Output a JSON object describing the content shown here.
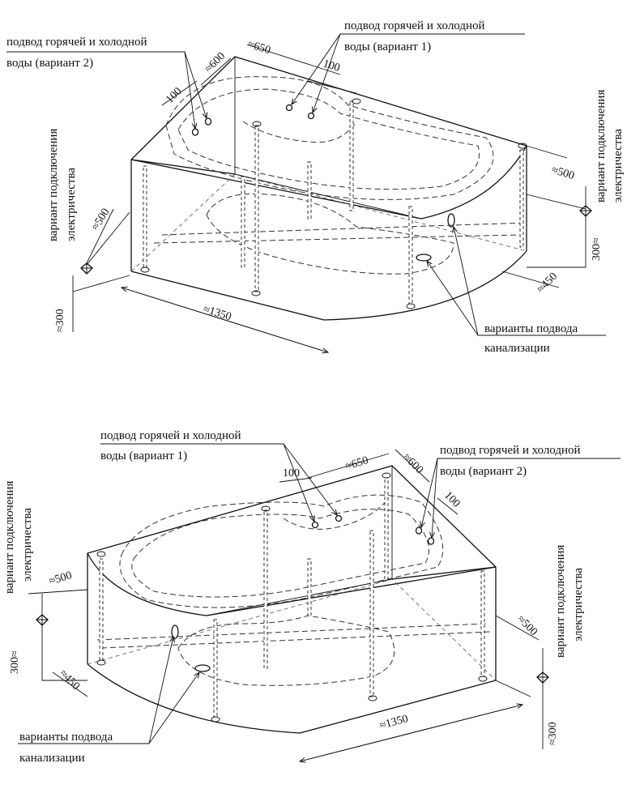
{
  "top_view": {
    "label_water_v1": [
      "подвод горячей и холодной",
      "воды (вариант 1)"
    ],
    "label_water_v2": [
      "подвод горячей и холодной",
      "воды (вариант 2)"
    ],
    "label_electric": [
      "вариант подключения",
      "электричества"
    ],
    "label_electric_right": [
      "вариант подключения",
      "электричества"
    ],
    "label_drain": [
      "варианты подвода",
      "канализации"
    ],
    "dim_600": "≈600",
    "dim_650": "≈650",
    "dim_100_left": "100",
    "dim_100_right": "100",
    "dim_500_left": "≈500",
    "dim_500_right": "≈500",
    "dim_300_left": "≈300",
    "dim_300_right": "300≈",
    "dim_1350": "≈1350",
    "dim_450": "≈450"
  },
  "bottom_view": {
    "label_water_v1": [
      "подвод горячей и холодной",
      "воды (вариант 1)"
    ],
    "label_water_v2": [
      "подвод горячей и холодной",
      "воды (вариант 2)"
    ],
    "label_electric_left": [
      "вариант подключения",
      "электричества"
    ],
    "label_electric_right": [
      "вариант подключения",
      "электричества"
    ],
    "label_drain": [
      "варианты подвода",
      "канализации"
    ],
    "dim_650": "≈650",
    "dim_600": "≈600",
    "dim_100_left": "100",
    "dim_100_right": "100",
    "dim_500_left": "≈500",
    "dim_500_right": "≈500",
    "dim_300_left": "300≈",
    "dim_300_right": "≈300",
    "dim_450": "≈450",
    "dim_1350": "≈1350"
  }
}
